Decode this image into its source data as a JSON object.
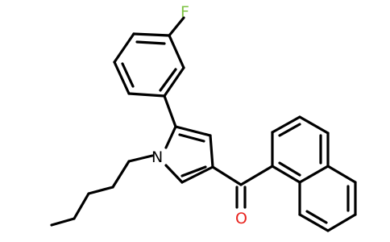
{
  "atoms": {
    "fluorine": {
      "symbol": "F",
      "color": "#7CC242"
    },
    "nitrogen": {
      "symbol": "N",
      "color": "#000000"
    },
    "oxygen": {
      "symbol": "O",
      "color": "#E8231E"
    }
  },
  "colors": {
    "bond": "#000000",
    "background": "#ffffff"
  }
}
